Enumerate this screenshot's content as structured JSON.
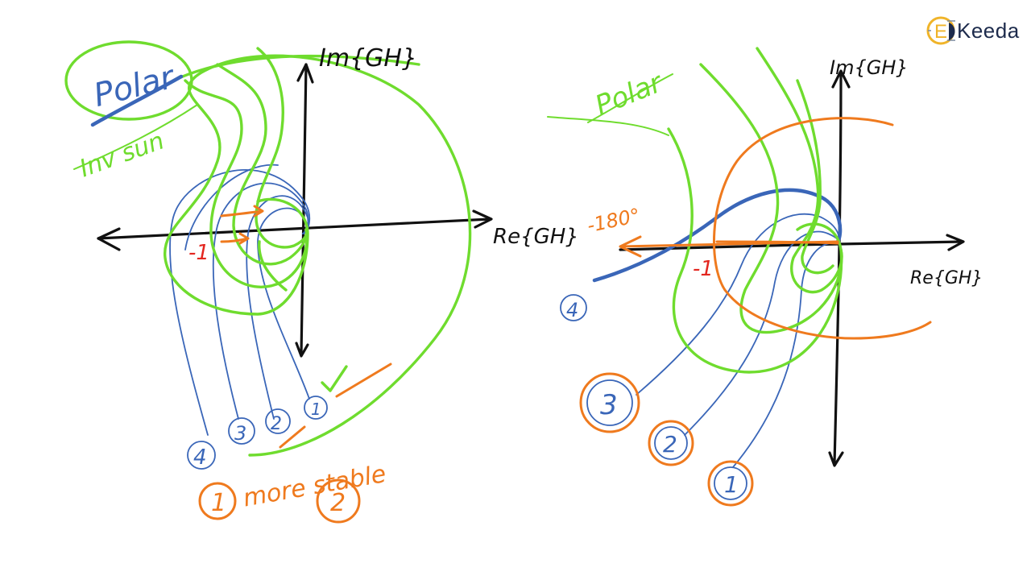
{
  "brand": {
    "logo_text": "Keeda",
    "logo_letter": "E"
  },
  "left_diagram": {
    "title": "Polar",
    "note": "Inv sun",
    "yaxis_label": "Im{GH}",
    "xaxis_label": "Re{GH}",
    "critical_point": "-1",
    "curve_labels": [
      "1",
      "2",
      "3",
      "4"
    ],
    "caption_number_1": "1",
    "caption_text": "more stable",
    "caption_number_2": "2"
  },
  "right_diagram": {
    "title": "Polar",
    "yaxis_label": "Im{GH}",
    "xaxis_label": "Re{GH}",
    "phase_label": "-180°",
    "critical_point": "-1",
    "curve_labels": [
      "4",
      "3",
      "2",
      "1"
    ]
  },
  "colors": {
    "black": "#111111",
    "blue": "#3a66b8",
    "green": "#6fdc2e",
    "orange": "#ef7a1e",
    "red": "#e3261f"
  }
}
